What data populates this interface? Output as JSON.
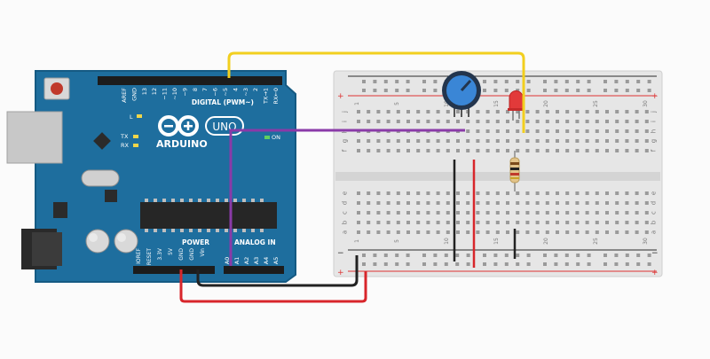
{
  "board": {
    "brand": "ARDUINO",
    "model": "UNO",
    "digital_header_label": "DIGITAL (PWM~)",
    "tx_label": "TX",
    "rx_label": "RX",
    "l_label": "L",
    "on_label": "ON",
    "power_label": "POWER",
    "analog_label": "ANALOG IN",
    "digital_pins": [
      "AREF",
      "GND",
      "13",
      "12",
      "~11",
      "~10",
      "~9",
      "8",
      "7",
      "~6",
      "~5",
      "4",
      "~3",
      "2",
      "TX→1",
      "RX←0"
    ],
    "power_pins": [
      "IOREF",
      "RESET",
      "3.3V",
      "5V",
      "GND",
      "GND",
      "Vin"
    ],
    "analog_pins": [
      "A0",
      "A1",
      "A2",
      "A3",
      "A4",
      "A5"
    ]
  },
  "breadboard": {
    "row_letters_top": [
      "j",
      "i",
      "h",
      "g",
      "f"
    ],
    "row_letters_bottom": [
      "e",
      "d",
      "c",
      "b",
      "a"
    ],
    "column_numbers": [
      "1",
      "",
      "",
      "",
      "5",
      "",
      "",
      "",
      "",
      "10",
      "",
      "",
      "",
      "",
      "15",
      "",
      "",
      "",
      "",
      "20",
      "",
      "",
      "",
      "",
      "25",
      "",
      "",
      "",
      "",
      "30"
    ],
    "plus_sign": "+",
    "minus_sign": "−"
  },
  "colors": {
    "board_blue": "#1f6f9f",
    "wire_yellow": "#f2cf1f",
    "wire_purple": "#8a3aa8",
    "wire_black": "#222222",
    "wire_red": "#d8262b",
    "led_red": "#e23a3a",
    "pot_blue": "#2f7fd4"
  }
}
